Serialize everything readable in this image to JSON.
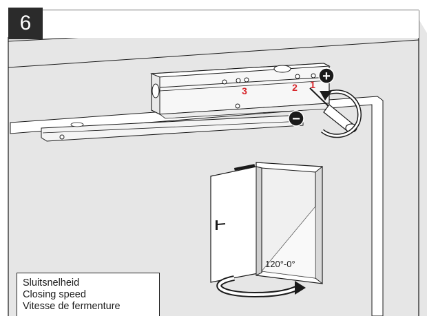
{
  "step_number": "6",
  "callouts": {
    "adjuster_1": "1",
    "adjuster_2": "2",
    "adjuster_3": "3"
  },
  "symbols": {
    "increase": "+",
    "decrease": "−"
  },
  "angle_range": "120°-0°",
  "legend": {
    "line_nl": "Sluitsnelheid",
    "line_en": "Closing speed",
    "line_fr": "Vitesse de fermenture"
  },
  "colors": {
    "wall": "#e6e6e6",
    "outline": "#1a1a1a",
    "callout_red": "#d7262b",
    "badge": "#2b2b2b"
  },
  "icons": [
    "screwdriver-icon",
    "rotate-arrow-icon",
    "door-swing-arrow-icon"
  ]
}
